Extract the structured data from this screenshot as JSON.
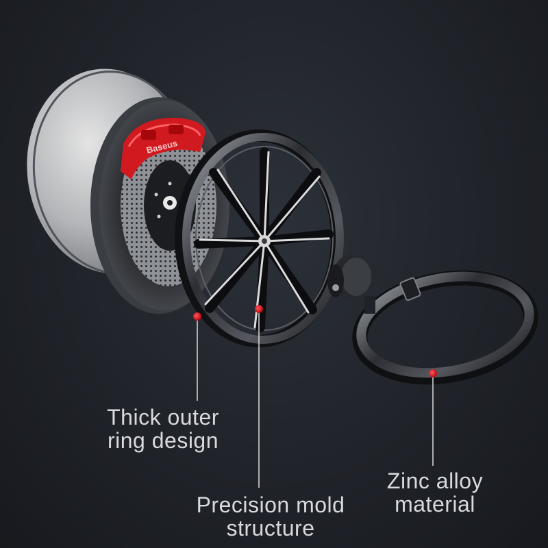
{
  "product": {
    "brand_logo": "Baseus"
  },
  "callouts": [
    {
      "id": "ring",
      "line1": "Thick outer",
      "line2": "ring design"
    },
    {
      "id": "mold",
      "line1": "Precision mold",
      "line2": "structure"
    },
    {
      "id": "zinc",
      "line1": "Zinc alloy",
      "line2": "material"
    }
  ],
  "colors": {
    "background": "#1f2228",
    "caliper_red": "#d11a1f",
    "marker_red": "#e3151c",
    "label_text": "#d9dadd"
  }
}
